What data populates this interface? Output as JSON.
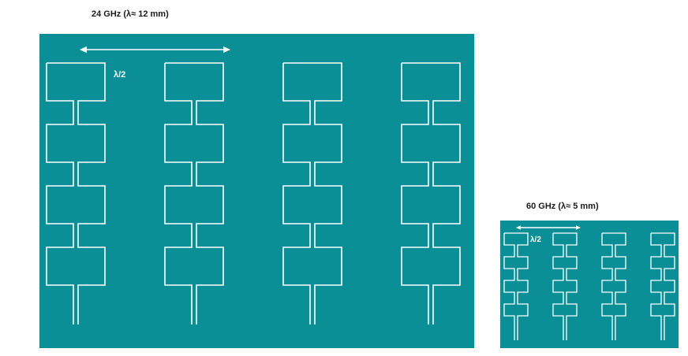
{
  "diagram": {
    "board_24ghz": {
      "caption": "24 GHz (λ≈ 12 mm)",
      "spacing_label": "λ/2",
      "columns": 4,
      "patches_per_column": 4,
      "color": "#0a8f96"
    },
    "board_60ghz": {
      "caption": "60 GHz (λ≈ 5 mm)",
      "spacing_label": "λ/2",
      "columns": 4,
      "patches_per_column": 4,
      "color": "#0a8f96"
    },
    "line_color": "#ffffff"
  }
}
